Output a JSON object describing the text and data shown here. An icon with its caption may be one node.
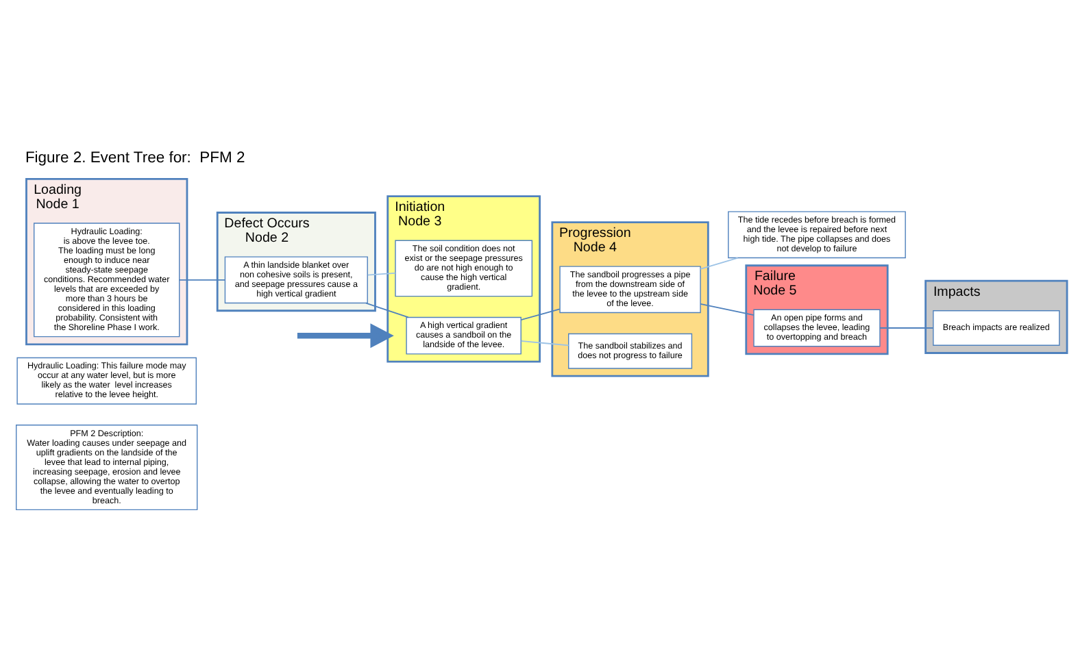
{
  "diagram": {
    "title": "Figure 2. Event Tree for:  PFM 2",
    "nodes": [
      {
        "text": [
          "PFM 2 Description:",
          "Water loading causes under seepage and uplift gradients on the landside of the levee that lead to internal piping, increasing seepage, erosion and levee collapse, allowing the water to overtop the levee and eventually leading to breach."
        ]
      },
      {
        "text": [
          "Hydraulic Loading: This failure mode may occur at any water level, but is more  likely as the water  level increases relative to the levee height."
        ]
      },
      {
        "text": [
          "Loading",
          "Node 1"
        ]
      },
      {
        "text": [
          "Hydraulic Loading:",
          "is above the levee toe.",
          "The loading must be long enough to induce near steady-state seepage conditions. Recommended water levels that are exceeded by more than 3 hours be considered in this loading probability. Consistent with the Shoreline Phase I work."
        ],
        "in": 2
      },
      {
        "text": [
          "Defect Occurs",
          "Node 2"
        ]
      },
      {
        "text": [
          "A thin landside blanket over non cohesive soils is present, and seepage pressures cause a high vertical gradient"
        ],
        "in": 4
      },
      {
        "text": [
          "Initiation",
          "Node 3"
        ]
      },
      {
        "text": [
          "A high vertical gradient causes a sandboil on the landside of the levee."
        ],
        "in": 6
      },
      {
        "text": [
          "The soil condition does not exist or the seepage pressures do are not high enough to cause the high vertical gradient."
        ],
        "in": 6
      },
      {
        "text": [
          "Progression",
          "Node 4"
        ]
      },
      {
        "text": [
          "The sandboil progresses a pipe from the downstream side of the levee to the upstream side of the levee."
        ],
        "in": 9
      },
      {
        "text": [
          "The sandboil stabilizes and does not progress to failure"
        ],
        "in": 9
      },
      {
        "text": [
          "The tide recedes before breach is formed and the levee is repaired before next high tide. The pipe collapses and does not develop to failure"
        ]
      },
      {
        "text": [
          "Failure",
          "Node 5"
        ]
      },
      {
        "text": [
          "An open pipe forms and collapses the levee, leading to overtopping and breach"
        ],
        "in": 13
      },
      {
        "text": [
          "Impacts"
        ]
      },
      {
        "text": [
          "Breach impacts are realized"
        ],
        "in": 15
      }
    ],
    "edges": [
      {
        "from": 3,
        "to": 5,
        "arrow": "none"
      },
      {
        "from": 5,
        "to": 7,
        "arrow": "none"
      },
      {
        "from": 5,
        "to": 8,
        "arrow": "none",
        "color": "#9dc3e6"
      },
      {
        "from": 7,
        "to": 10,
        "arrow": "none"
      },
      {
        "from": 7,
        "to": 11,
        "arrow": "none",
        "color": "#9dc3e6"
      },
      {
        "from": 10,
        "to": 14,
        "arrow": "none"
      },
      {
        "from": 10,
        "to": 12,
        "arrow": "none",
        "color": "#9dc3e6"
      },
      {
        "from": 14,
        "to": 16,
        "arrow": "none"
      },
      {
        "from": null,
        "to": 6,
        "arrow": "to",
        "style": "thick",
        "color": "#4f81bd"
      }
    ]
  }
}
